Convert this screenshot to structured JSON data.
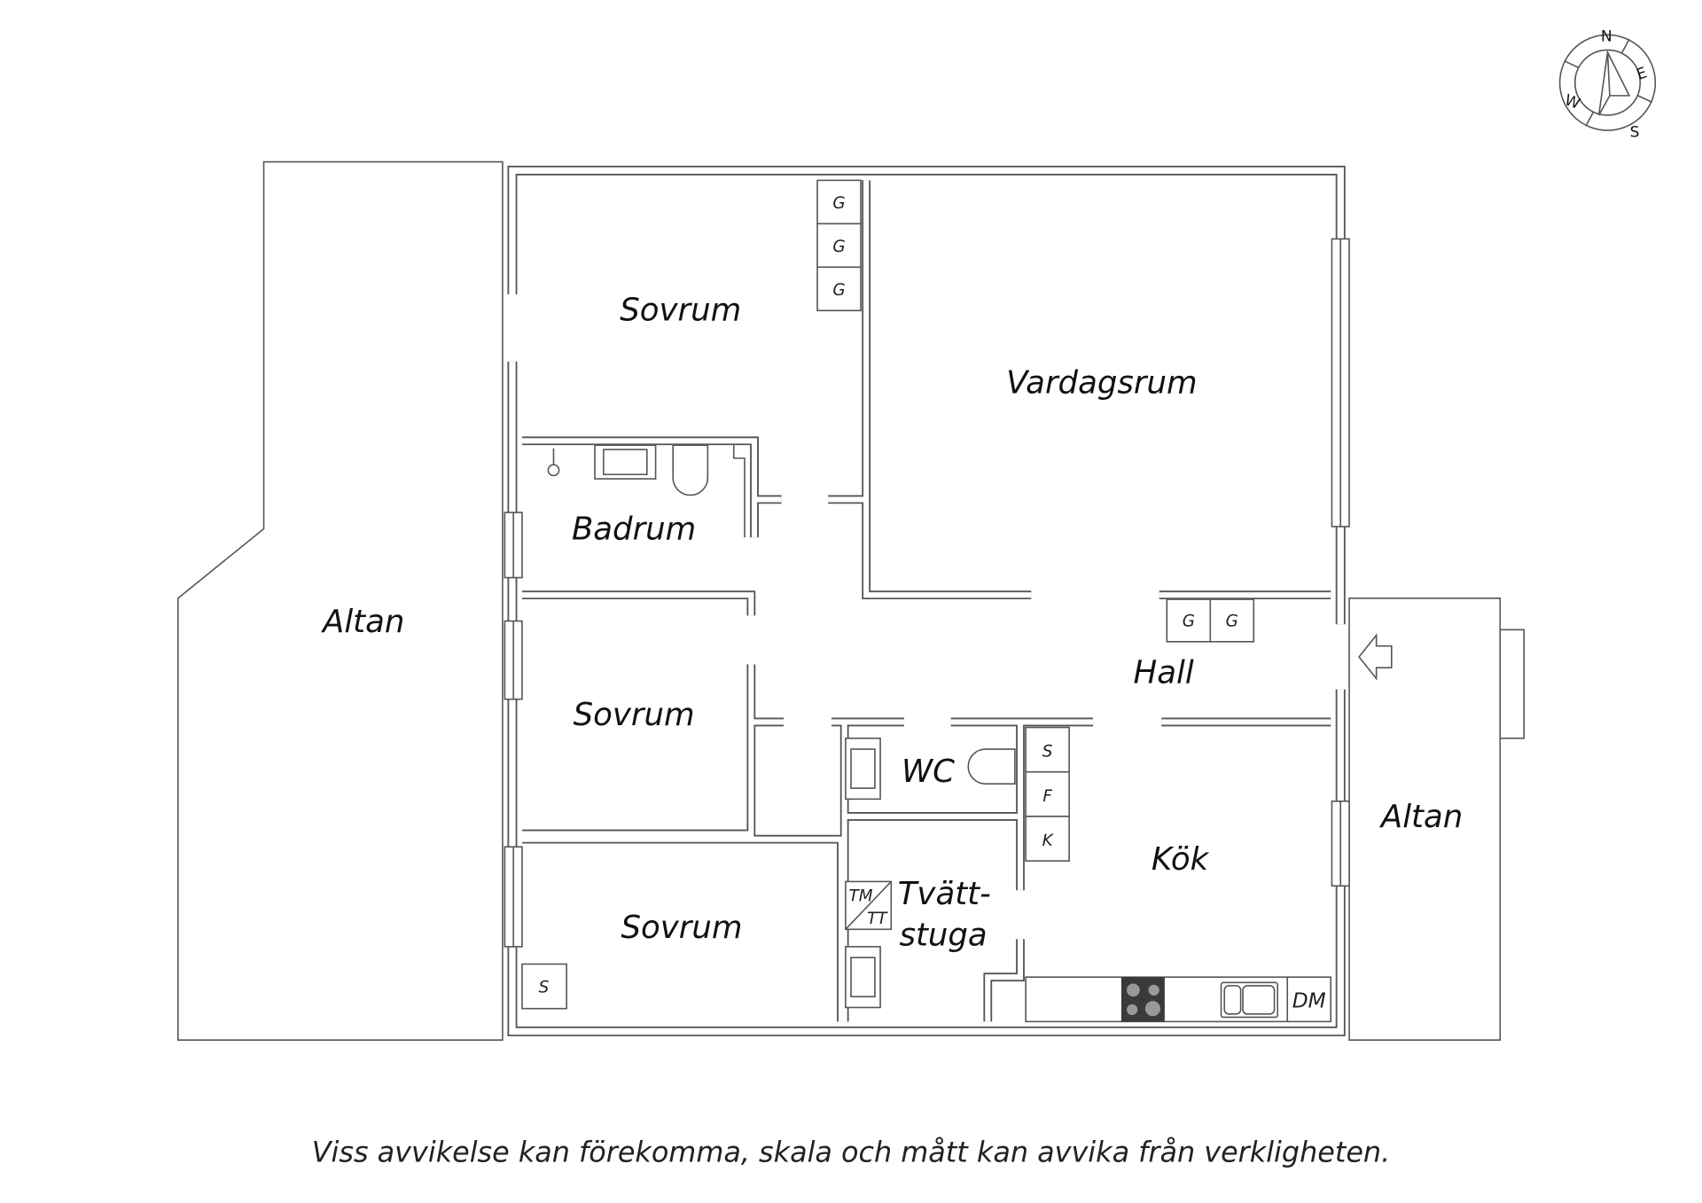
{
  "rooms": {
    "altan_left": "Altan",
    "sovrum_top": "Sovrum",
    "vardagsrum": "Vardagsrum",
    "badrum": "Badrum",
    "sovrum_mid": "Sovrum",
    "sovrum_bottom": "Sovrum",
    "hall": "Hall",
    "wc": "WC",
    "tvattstuga_1": "Tvätt-",
    "tvattstuga_2": "stuga",
    "kok": "Kök",
    "altan_right": "Altan"
  },
  "fixtures": {
    "wardrobe": "G",
    "storage": "S",
    "fridge": "F",
    "freezer": "K",
    "washer": "TM",
    "dryer": "TT",
    "dishwasher": "DM"
  },
  "compass": {
    "n": "N",
    "e": "E",
    "s": "S",
    "w": "W"
  },
  "disclaimer": "Viss avvikelse kan förekomma, skala och mått kan avvika från verkligheten.",
  "colors": {
    "wall": "#555555",
    "stove": "#3a3a3a"
  }
}
